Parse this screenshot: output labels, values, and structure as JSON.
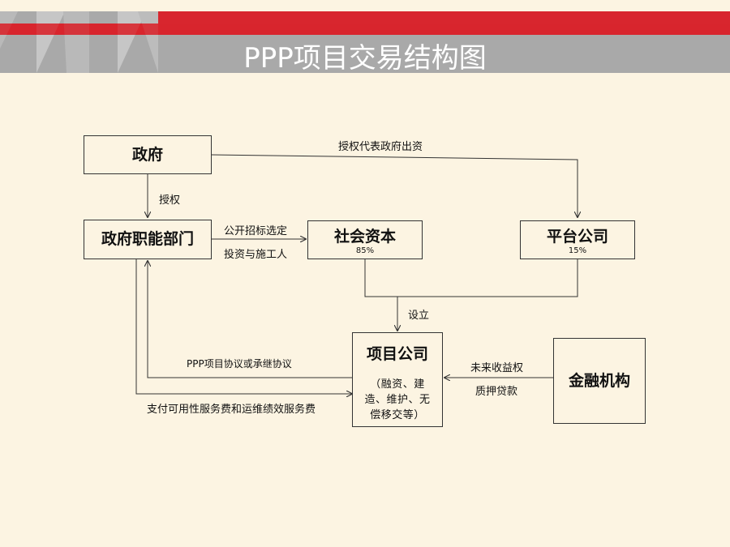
{
  "page": {
    "title": "PPP项目交易结构图",
    "colors": {
      "background": "#fcf4e2",
      "header_red": "#d8262e",
      "header_gray": "#a9a9a9"
    }
  },
  "nodes": {
    "gov": {
      "label": "政府"
    },
    "gov_dept": {
      "label": "政府职能部门"
    },
    "social_capital": {
      "label": "社会资本",
      "share": "85%"
    },
    "platform": {
      "label": "平台公司",
      "share": "15%"
    },
    "project_co": {
      "label": "项目公司",
      "desc": "（融资、建造、维护、无偿移交等）"
    },
    "finance": {
      "label": "金融机构"
    }
  },
  "edges": {
    "authorize_invest": "授权代表政府出资",
    "authorize": "授权",
    "tender": "公开招标选定",
    "investor_builder": "投资与施工人",
    "establish": "设立",
    "ppp_agreement": "PPP项目协议或承继协议",
    "payment": "支付可用性服务费和运维绩效服务费",
    "future_income": "未来收益权",
    "pledge_loan": "质押贷款"
  }
}
